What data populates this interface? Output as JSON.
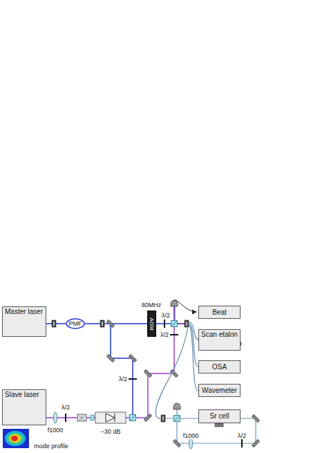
{
  "diagram": {
    "nodes": [
      {
        "text": [
          "Master laser"
        ]
      },
      {
        "text": [
          "PMF"
        ]
      },
      {
        "text": [
          "AOM"
        ]
      },
      {
        "text": [
          "Beat"
        ]
      },
      {
        "text": [
          "Scan etalon"
        ]
      },
      {
        "text": [
          "OSA"
        ]
      },
      {
        "text": [
          "Wavemeter"
        ]
      },
      {
        "text": [
          "Slave laser"
        ]
      },
      {
        "text": [
          "Sr cell"
        ]
      }
    ],
    "edges": [
      {
        "from": 0,
        "to": 1,
        "arrow": "none"
      },
      {
        "from": 1,
        "to": 2,
        "arrow": "none"
      }
    ],
    "labels": [
      "80MHz",
      "λ/2",
      "λ/2",
      "λ/2",
      "λ/2",
      "f1000",
      "−30 dB",
      "f1000",
      "λ/2",
      "mode profile"
    ]
  }
}
